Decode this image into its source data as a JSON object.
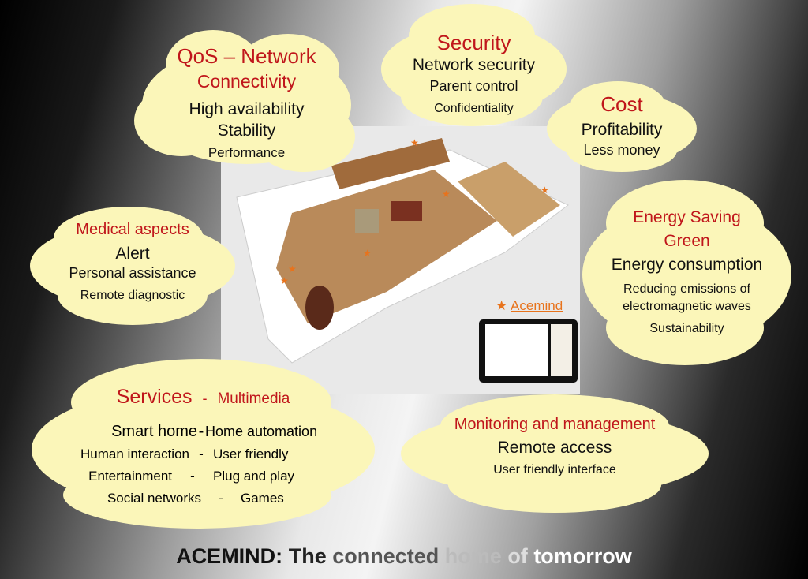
{
  "colors": {
    "cloud": "#fbf6b9",
    "heading": "#c0161b",
    "accent": "#e8731c"
  },
  "qos": {
    "title": "QoS – Network",
    "subtitle": "Connectivity",
    "items": [
      "High availability",
      "Stability",
      "Performance"
    ]
  },
  "security": {
    "title": "Security",
    "items": [
      "Network security",
      "Parent control",
      "Confidentiality"
    ]
  },
  "cost": {
    "title": "Cost",
    "items": [
      "Profitability",
      "Less money"
    ]
  },
  "medical": {
    "title": "Medical aspects",
    "items": [
      "Alert",
      "Personal assistance",
      "Remote diagnostic"
    ]
  },
  "energy": {
    "title": "Energy Saving",
    "subtitle": "Green",
    "items": [
      "Energy consumption",
      "Reducing emissions of",
      "electromagnetic waves",
      "Sustainability"
    ]
  },
  "services": {
    "title": "Services",
    "dash": "-",
    "subtitle": "Multimedia",
    "rows": [
      {
        "left": "Smart home",
        "sep": "-",
        "right": "Home automation"
      },
      {
        "left": "Human interaction",
        "sep": "-",
        "right": "User friendly"
      },
      {
        "left": "Entertainment",
        "sep": "-",
        "right": "Plug and play"
      },
      {
        "left": "Social networks",
        "sep": "-",
        "right": "Games"
      }
    ]
  },
  "monitoring": {
    "title": "Monitoring and management",
    "items": [
      "Remote access",
      "User friendly interface"
    ]
  },
  "acemind": {
    "star": "★",
    "label": "Acemind"
  },
  "footer": {
    "part1": "ACEMIND:",
    "part2": "The",
    "part3": "connected",
    "part4": "home",
    "part5": "of",
    "part6": "tomorrow"
  }
}
